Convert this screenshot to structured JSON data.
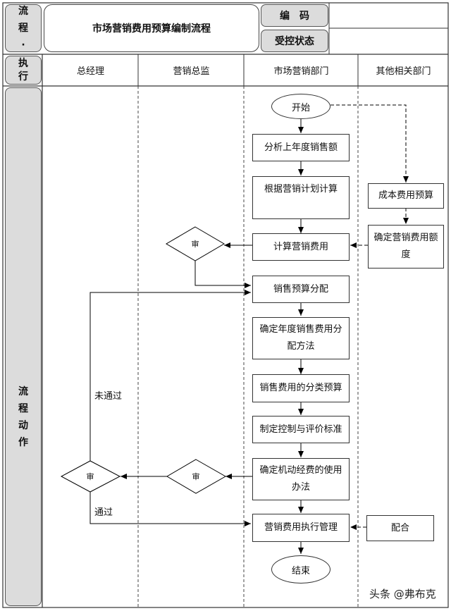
{
  "header": {
    "process_label": "流程·",
    "title": "市场营销费用预算编制流程",
    "code_label": "编　码",
    "status_label": "受控状态",
    "code_value": "",
    "status_value": ""
  },
  "lanes": {
    "exec_label": "执行",
    "columns": [
      "总经理",
      "营销总监",
      "市场营销部门",
      "其他相关部门"
    ]
  },
  "sidebar": {
    "action_label": "流程动作"
  },
  "nodes": {
    "start": "开始",
    "analyze": "分析上年度销售额",
    "calc_by_plan": "根据营销计划计算",
    "calc_cost": "计算营销费用",
    "allocate": "销售预算分配",
    "method": "确定年度销售费用分配方法",
    "classify": "销售费用的分类预算",
    "standard": "制定控制与评价标准",
    "mobile_fund": "确定机动经费的使用办法",
    "execution": "营销费用执行管理",
    "end": "结束",
    "cost_budget": "成本费用预算",
    "determine_amount": "确定营销费用额度",
    "cooperate": "配合",
    "review_director_top": "审",
    "review_director_bottom": "审",
    "review_gm": "审"
  },
  "edge_labels": {
    "not_passed": "未通过",
    "passed": "通过"
  },
  "watermark": "头条 @弗布克"
}
